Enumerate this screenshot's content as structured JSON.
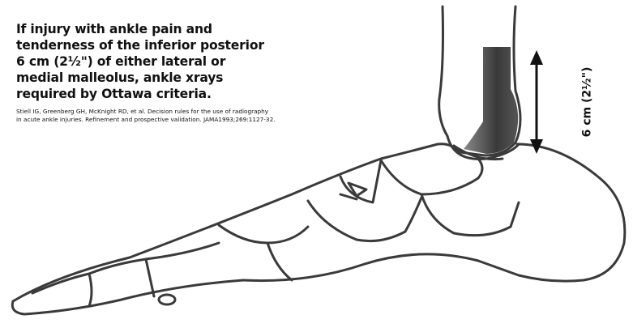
{
  "caption": {
    "heading": "If injury with ankle pain and tenderness of the inferior posterior 6 cm (2½\") of either lateral or medial malleolus, ankle xrays required by Ottawa criteria.",
    "citation": "Stiell IG, Greenberg GH, McKnight RD, et al. Decision rules for the use of radiography in acute ankle injuries. Refinement and prospective validation. JAMA1993;269:1127-32."
  },
  "measurement": {
    "label": "6 cm (2½\")"
  },
  "colors": {
    "outline": "#3a3a3a",
    "shaded_region": "#555555",
    "shaded_region_light": "#8a8a8a",
    "arrow": "#111111"
  }
}
